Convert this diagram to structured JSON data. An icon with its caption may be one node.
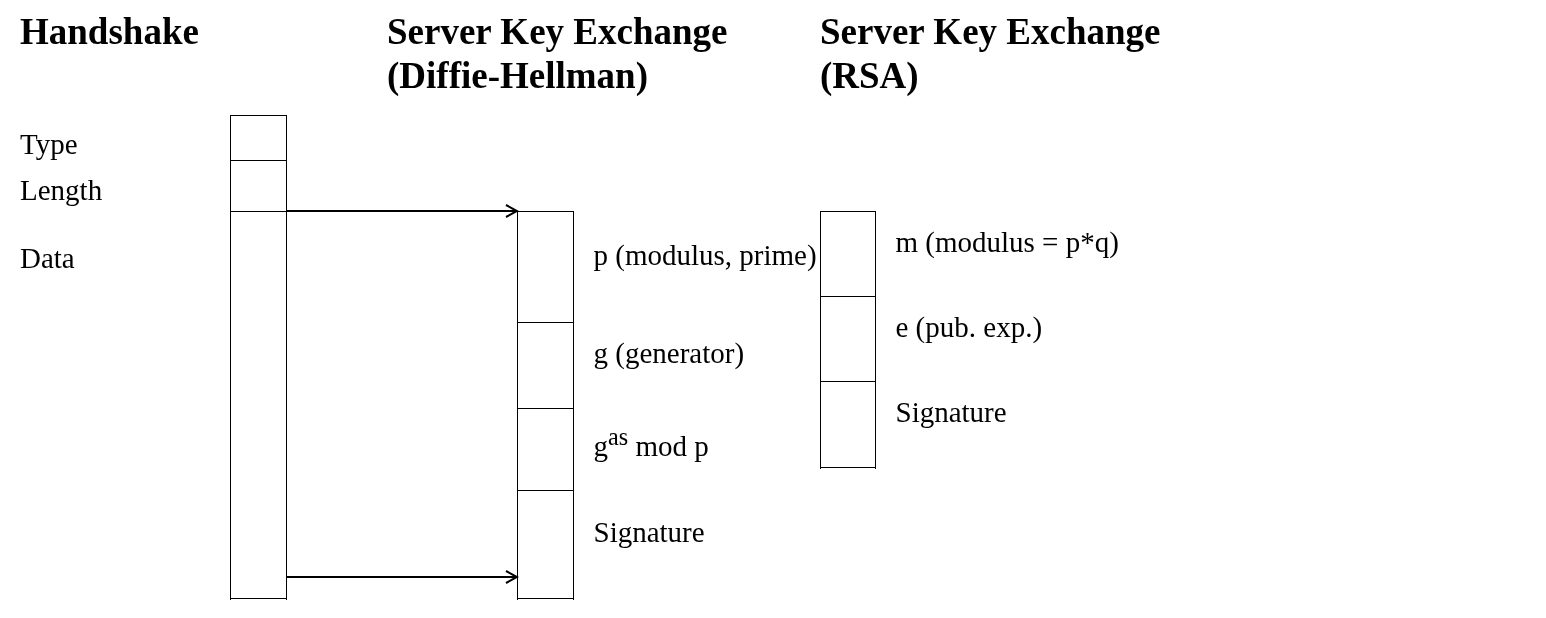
{
  "diagram": {
    "nodes": [
      {
        "text": [],
        "shape": "box"
      },
      {
        "text": [],
        "shape": "box",
        "in": 0
      },
      {
        "text": [],
        "shape": "box",
        "in": 0
      },
      {
        "text": [],
        "shape": "box",
        "in": 0
      },
      {
        "text": [],
        "shape": "box"
      },
      {
        "text": [],
        "shape": "box",
        "beside": [
          "p (modulus, prime)"
        ],
        "in": 4
      },
      {
        "text": [],
        "shape": "box",
        "beside": [
          "g (generator)"
        ],
        "in": 4
      },
      {
        "text": [],
        "shape": "box",
        "beside": [
          "g$^{as}$ mod p"
        ],
        "in": 4
      },
      {
        "text": [],
        "shape": "box",
        "beside": [
          "Signature"
        ],
        "in": 4
      },
      {
        "text": [],
        "shape": "box"
      },
      {
        "text": [],
        "shape": "box",
        "beside": [
          "m (modulus = p*q)"
        ],
        "in": 9
      },
      {
        "text": [],
        "shape": "box",
        "beside": [
          "e (pub. exp.)"
        ],
        "in": 9
      },
      {
        "text": [],
        "shape": "box",
        "beside": [
          "Signature"
        ],
        "in": 9
      }
    ],
    "edges": [
      {
        "from": 3,
        "to": 4,
        "arrow": "to"
      },
      {
        "from": 3,
        "to": 4,
        "arrow": "to"
      }
    ],
    "labels": [
      "Handshake",
      "Server Key Exchange (Diffie-Hellman)",
      "Server Key Exchange (RSA)",
      "Type",
      "Length",
      "Data"
    ]
  }
}
